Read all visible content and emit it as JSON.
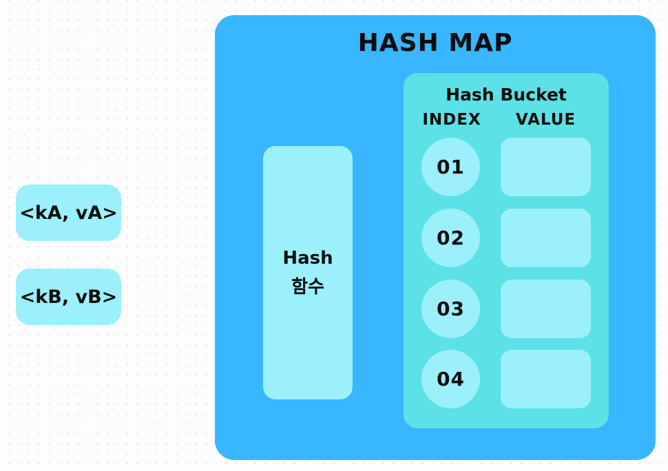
{
  "colors": {
    "blue": "#38b6ff",
    "teal": "#5ce1e6",
    "light_cyan": "#9cf0fb",
    "text": "#0d0d0d",
    "background": "#fdfdfe",
    "dot": "#e3e6ee"
  },
  "pairs": [
    {
      "label": "<kA, vA>"
    },
    {
      "label": "<kB, vB>"
    }
  ],
  "hash_map": {
    "title": "HASH MAP",
    "hash_function": {
      "line1": "Hash",
      "line2": "함수"
    },
    "bucket": {
      "title": "Hash Bucket",
      "columns": [
        "INDEX",
        "VALUE"
      ],
      "rows": [
        {
          "index": "01",
          "value": ""
        },
        {
          "index": "02",
          "value": ""
        },
        {
          "index": "03",
          "value": ""
        },
        {
          "index": "04",
          "value": ""
        }
      ]
    }
  }
}
